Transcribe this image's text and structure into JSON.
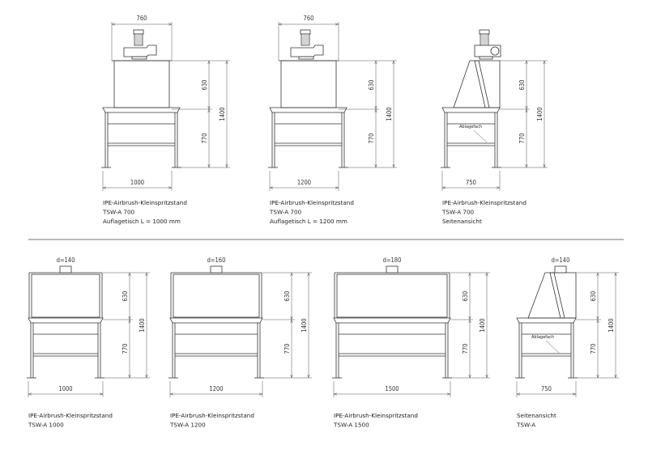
{
  "top_row": [
    {
      "type": "front-fan",
      "width_label": "760",
      "h_upper": "630",
      "h_lower": "770",
      "h_total": "1400",
      "base_width": "1000",
      "caption": [
        "IPE-Airbrush-Kleinspritzstand",
        "TSW-A 700",
        "Auflagetisch L = 1000 mm"
      ]
    },
    {
      "type": "front-fan",
      "width_label": "760",
      "h_upper": "630",
      "h_lower": "770",
      "h_total": "1400",
      "base_width": "1200",
      "caption": [
        "IPE-Airbrush-Kleinspritzstand",
        "TSW-A 700",
        "Auflagetisch L = 1200 mm"
      ]
    },
    {
      "type": "side-fan",
      "shelf_label": "Ablagefach",
      "h_upper": "630",
      "h_lower": "770",
      "h_total": "1400",
      "base_width": "750",
      "caption": [
        "IPE-Airbrush-Kleinspritzstand",
        "TSW-A 700",
        "Seitenansicht"
      ]
    }
  ],
  "bottom_row": [
    {
      "type": "front-duct",
      "duct_label": "d=140",
      "h_upper": "630",
      "h_lower": "770",
      "h_total": "1400",
      "base_width": "1000",
      "caption": [
        "IPE-Airbrush-Kleinspritzstand",
        "TSW-A 1000"
      ]
    },
    {
      "type": "front-duct",
      "duct_label": "d=160",
      "h_upper": "630",
      "h_lower": "770",
      "h_total": "1400",
      "base_width": "1200",
      "caption": [
        "IPE-Airbrush-Kleinspritzstand",
        "TSW-A 1200"
      ]
    },
    {
      "type": "front-duct",
      "duct_label": "d=180",
      "h_upper": "630",
      "h_lower": "770",
      "h_total": "1400",
      "base_width": "1500",
      "caption": [
        "IPE-Airbrush-Kleinspritzstand",
        "TSW-A 1500"
      ]
    },
    {
      "type": "side-duct",
      "duct_label": "d=140",
      "shelf_label": "Ablagefach",
      "h_upper": "630",
      "h_lower": "770",
      "h_total": "1400",
      "base_width": "750",
      "caption": [
        "Seitenansicht",
        "TSW-A"
      ]
    }
  ]
}
